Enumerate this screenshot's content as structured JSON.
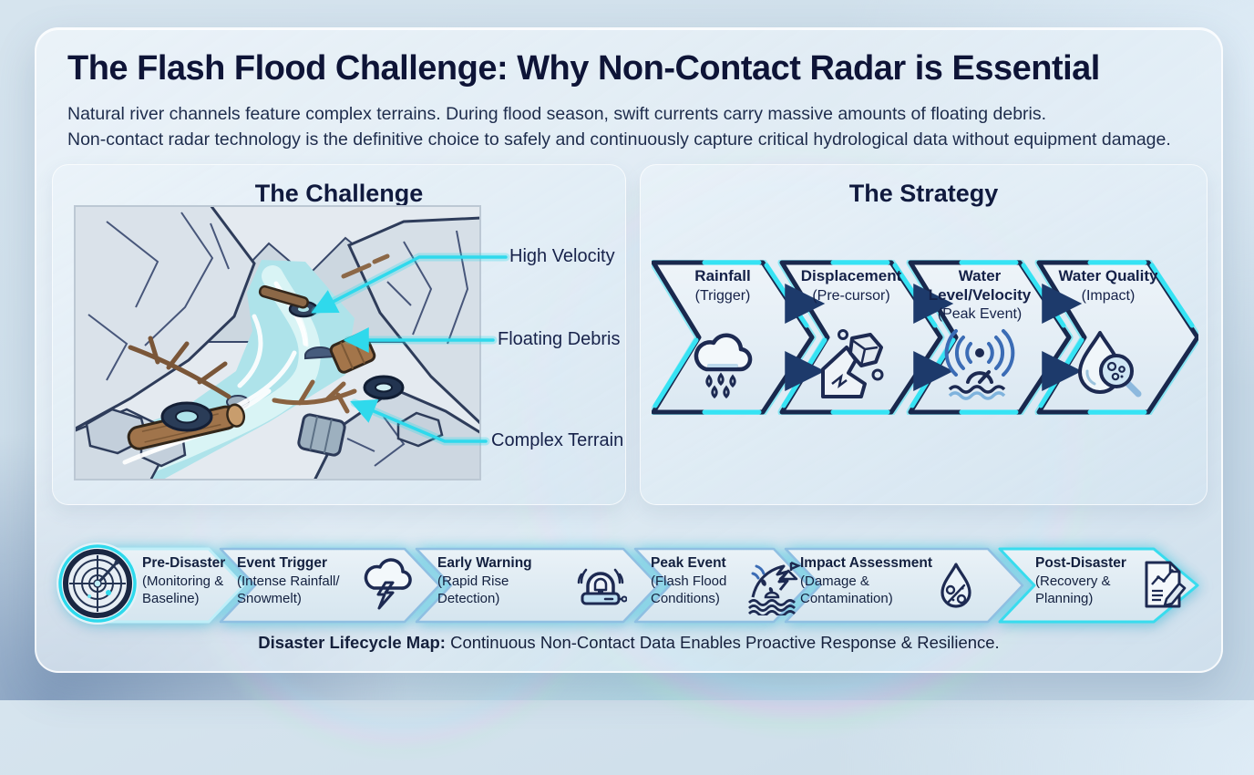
{
  "header": {
    "title": "The Flash Flood Challenge: Why Non-Contact Radar is Essential",
    "intro_line1": "Natural river channels feature complex terrains. During flood season, swift currents carry massive amounts of floating debris.",
    "intro_line2": "Non-contact radar technology is the definitive choice to safely and continuously capture critical hydrological data without equipment damage."
  },
  "challenge": {
    "title": "The Challenge",
    "annotations": [
      {
        "label": "High Velocity"
      },
      {
        "label": "Floating Debris"
      },
      {
        "label": "Complex Terrain"
      }
    ]
  },
  "strategy": {
    "title": "The Strategy",
    "steps": [
      {
        "title_lines": [
          "Rainfall"
        ],
        "subtitle": "(Trigger)",
        "icon": "rain-cloud-icon"
      },
      {
        "title_lines": [
          "Displacement"
        ],
        "subtitle": "(Pre-cursor)",
        "icon": "rockfall-icon"
      },
      {
        "title_lines": [
          "Water",
          "Level/Velocity"
        ],
        "subtitle": "(Peak Event)",
        "icon": "radar-waves-icon"
      },
      {
        "title_lines": [
          "Water Quality"
        ],
        "subtitle": "(Impact)",
        "icon": "water-quality-icon"
      }
    ]
  },
  "lifecycle": {
    "stages": [
      {
        "title": "Pre-Disaster",
        "subtitle_lines": [
          "(Monitoring &",
          "Baseline)"
        ],
        "icon": "radar-scope-icon"
      },
      {
        "title": "Event Trigger",
        "subtitle_lines": [
          "(Intense Rainfall/",
          "Snowmelt)"
        ],
        "icon": "storm-cloud-icon"
      },
      {
        "title": "Early Warning",
        "subtitle_lines": [
          "(Rapid Rise",
          "Detection)"
        ],
        "icon": "alarm-siren-icon"
      },
      {
        "title": "Peak Event",
        "subtitle_lines": [
          "(Flash Flood",
          "Conditions)"
        ],
        "icon": "flood-wave-icon"
      },
      {
        "title": "Impact Assessment",
        "subtitle_lines": [
          "(Damage &",
          "Contamination)"
        ],
        "icon": "contamination-drop-icon"
      },
      {
        "title": "Post-Disaster",
        "subtitle_lines": [
          "(Recovery &",
          "Planning)"
        ],
        "icon": "recovery-report-icon"
      }
    ]
  },
  "caption": {
    "bold": "Disaster Lifecycle Map:",
    "rest": "Continuous Non-Contact Data Enables Proactive Response & Resilience."
  },
  "colors": {
    "accent_cyan": "#2fd9ec",
    "navy": "#131c3e",
    "arrow_blue": "#1d3a6b",
    "river": "#aee3ea"
  }
}
